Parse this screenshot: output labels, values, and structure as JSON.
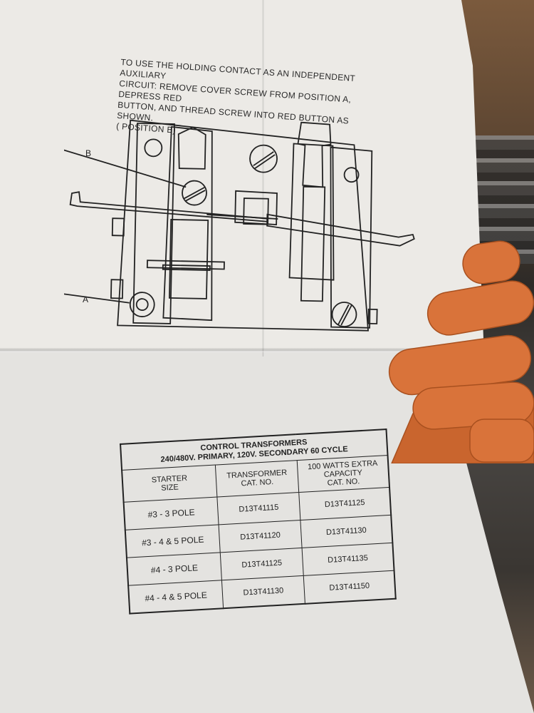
{
  "instruction": {
    "text": "TO USE THE HOLDING CONTACT AS AN INDEPENDENT AUXILIARY\nCIRCUIT:  REMOVE COVER SCREW FROM POSITION A, DEPRESS RED\nBUTTON, AND THREAD SCREW INTO RED BUTTON AS SHOWN.\n( POSITION B)"
  },
  "diagram": {
    "label_a": "A",
    "label_b": "B"
  },
  "table": {
    "title": "CONTROL TRANSFORMERS",
    "subtitle": "240/480V. PRIMARY, 120V. SECONDARY 60 CYCLE",
    "headers": [
      [
        "STARTER",
        "SIZE"
      ],
      [
        "TRANSFORMER",
        "CAT. NO."
      ],
      [
        "100 WATTS EXTRA",
        "CAPACITY",
        "CAT. NO."
      ]
    ],
    "rows": [
      {
        "size": "#3 - 3 POLE",
        "cat": "D13T41115",
        "extra": "D13T41125"
      },
      {
        "size": "#3 - 4 & 5 POLE",
        "cat": "D13T41120",
        "extra": "D13T41130"
      },
      {
        "size": "#4 - 3 POLE",
        "cat": "D13T41125",
        "extra": "D13T41135"
      },
      {
        "size": "#4 - 4 & 5 POLE",
        "cat": "D13T41130",
        "extra": "D13T41150"
      }
    ]
  },
  "colors": {
    "paper": "#eceae6",
    "ink": "#222222",
    "glove": "#d9733a"
  }
}
